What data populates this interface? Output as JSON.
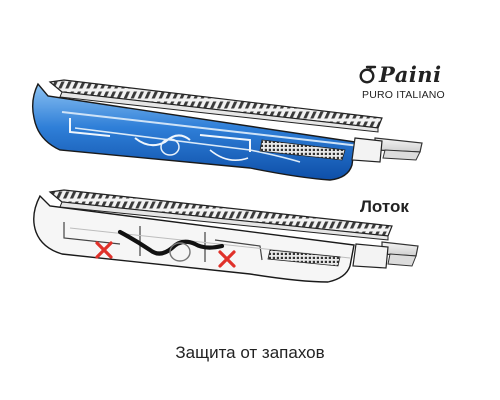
{
  "brand": {
    "name": "Paini",
    "tagline": "PURO ITALIANO",
    "logo_icon": "tap-logo-icon"
  },
  "labels": {
    "channel": "Лоток",
    "caption": "Защита от запахов"
  },
  "illustrations": {
    "top": {
      "name": "channel-with-water",
      "water_color": "#2a78d6"
    },
    "bottom": {
      "name": "channel-empty-odor-barrier",
      "blocked_marker": "red-cross-icon",
      "blocked_color": "#e0312a"
    }
  }
}
